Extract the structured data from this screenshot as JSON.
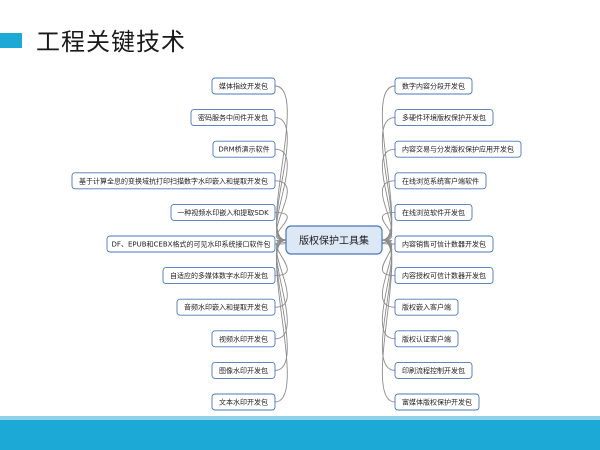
{
  "slide": {
    "title": "工程关键技术"
  },
  "mindmap": {
    "center": "版权保护工具集",
    "left_nodes": [
      "媒体指纹开发包",
      "密码服务中间件开发包",
      "DRM桥演示软件",
      "基于计算全息的变换域抗打印扫描数字水印嵌入和提取开发包",
      "一种视频水印嵌入和提取SDK",
      "DF、EPUB和CEBX格式的可见水印系统接口软件包",
      "自适应的多媒体数字水印开发包",
      "音频水印嵌入和提取开发包",
      "视频水印开发包",
      "图像水印开发包",
      "文本水印开发包"
    ],
    "right_nodes": [
      "数字内容分段开发包",
      "多硬件环境版权保护开发包",
      "内容交易与分发版权保护应用开发包",
      "在线浏览系统客户端软件",
      "在线浏览软件开发包",
      "内容销售可信计数器开发包",
      "内容授权可信计数器开发包",
      "版权嵌入客户端",
      "版权认证客户端",
      "印刷流程控制开发包",
      "富媒体版权保护开发包"
    ],
    "colors": {
      "center_fill": "#dde8f6",
      "center_stroke": "#4a78b8",
      "node_fill": "#ffffff",
      "node_stroke": "#4a78b8",
      "branch_line": "#8c8c8c",
      "accent": "#1ca9d6"
    }
  }
}
